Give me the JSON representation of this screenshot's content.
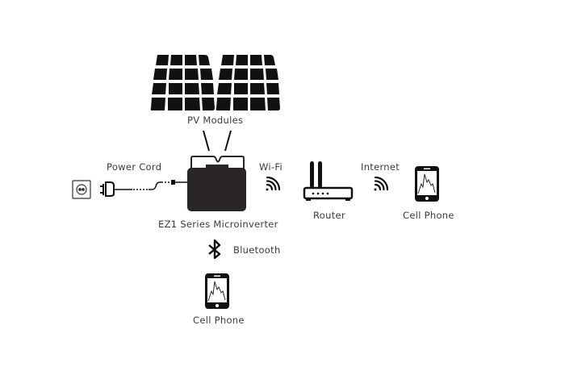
{
  "diagram": {
    "title": "EZ1 system connection diagram",
    "colors": {
      "icon": "#111111",
      "inverter": "#2b2626",
      "text": "#3a3a3a",
      "background": "#ffffff"
    },
    "nodes": {
      "pv_modules": {
        "label": "PV Modules",
        "icon": "solar-panel-icon",
        "count": 2
      },
      "inverter": {
        "label": "EZ1 Series Microinverter",
        "icon": "microinverter-icon"
      },
      "socket": {
        "label": "",
        "icon": "wall-socket-icon"
      },
      "router": {
        "label": "Router",
        "icon": "router-icon"
      },
      "phone_internet": {
        "label": "Cell Phone",
        "icon": "cell-phone-icon"
      },
      "phone_bluetooth": {
        "label": "Cell Phone",
        "icon": "cell-phone-icon"
      }
    },
    "links": {
      "power_cord": {
        "label": "Power Cord",
        "icon": "plug-icon"
      },
      "wifi": {
        "label": "Wi-Fi",
        "icon": "wifi-signal-icon"
      },
      "internet": {
        "label": "Internet",
        "icon": "wifi-signal-icon"
      },
      "bluetooth": {
        "label": "Bluetooth",
        "icon": "bluetooth-icon"
      }
    }
  }
}
